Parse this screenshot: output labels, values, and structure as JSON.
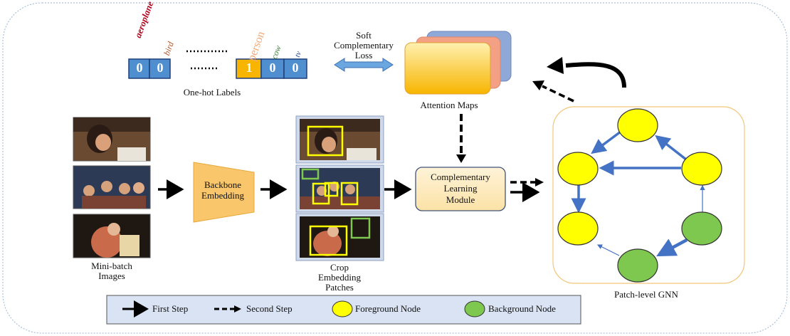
{
  "labels": {
    "words": [
      {
        "text": "aeroplane",
        "color": "#b3001b"
      },
      {
        "text": "bird",
        "color": "#b0552a"
      },
      {
        "text": "person",
        "color": "#f3a977"
      },
      {
        "text": "cow",
        "color": "#3f7f3a"
      },
      {
        "text": "tv",
        "color": "#2d4e8f"
      }
    ],
    "left_values": [
      "0",
      "0"
    ],
    "right_values": [
      "1",
      "0",
      "0"
    ],
    "caption": "One-hot Labels"
  },
  "loss_text": [
    "Soft",
    "Complementary",
    "Loss"
  ],
  "attention_caption": "Attention Maps",
  "images_caption": [
    "Mini-batch",
    "Images"
  ],
  "backbone_text": [
    "Backbone",
    "Embedding"
  ],
  "patches_caption": [
    "Crop",
    "Embedding",
    "Patches"
  ],
  "clm_text": [
    "Complementary",
    "Learning",
    "Module"
  ],
  "gnn_caption": "Patch-level GNN",
  "legend": {
    "first_step": "First Step",
    "second_step": "Second Step",
    "foreground": "Foreground Node",
    "background": "Background Node"
  },
  "colors": {
    "label_blue": "#4f8fd0",
    "label_orange": "#f7b500",
    "foreground": "#ffff00",
    "background": "#7ec850",
    "edge": "#4472c4",
    "backbone": "#f9c66b",
    "clm_fill": "#fdeec8",
    "clm_border": "#41557a"
  }
}
